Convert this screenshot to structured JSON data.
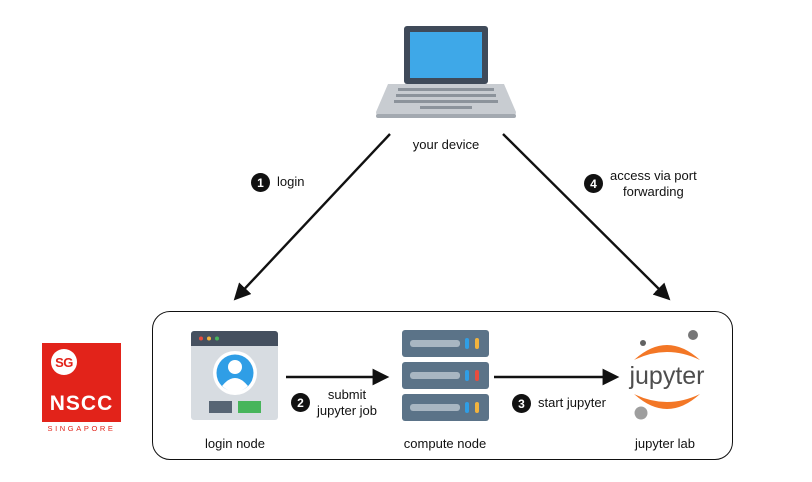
{
  "nodes": {
    "device": "your device",
    "login_node": "login node",
    "compute_node": "compute node",
    "jupyter_lab": "jupyter lab"
  },
  "steps": [
    {
      "num": "1",
      "lines": [
        "login"
      ]
    },
    {
      "num": "2",
      "lines": [
        "submit",
        "jupyter job"
      ]
    },
    {
      "num": "3",
      "lines": [
        "start jupyter"
      ]
    },
    {
      "num": "4",
      "lines": [
        "access via port",
        "forwarding"
      ]
    }
  ],
  "jupyter_logo_text": "jupyter",
  "logo": {
    "badge": "SG",
    "name": "NSCC",
    "subtitle": "SINGAPORE"
  },
  "colors": {
    "line": "#111111",
    "nscc_red": "#e2231a",
    "laptop_screen": "#3ea8e8",
    "jupyter_orange": "#f37726",
    "server_body": "#5b7388"
  }
}
